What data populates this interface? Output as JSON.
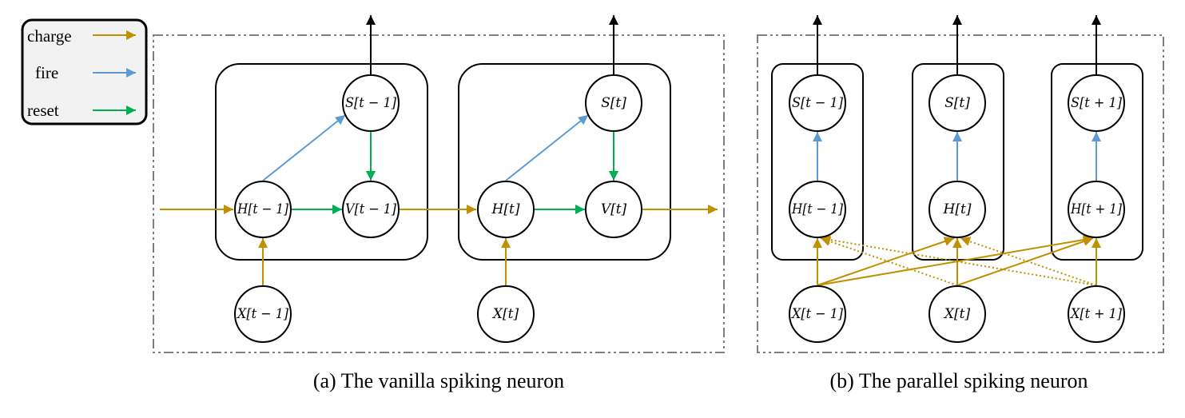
{
  "legend": {
    "items": [
      {
        "key": "charge",
        "label": "charge",
        "color": "#bf9000"
      },
      {
        "key": "fire",
        "label": "fire",
        "color": "#5b9bd5"
      },
      {
        "key": "reset",
        "label": "reset",
        "color": "#00b050"
      }
    ]
  },
  "panel_a": {
    "caption": "(a) The vanilla spiking neuron",
    "nodes": {
      "s_prev": "S[t − 1]",
      "v_prev": "V[t − 1]",
      "h_prev": "H[t − 1]",
      "x_prev": "X[t − 1]",
      "s_cur": "S[t]",
      "v_cur": "V[t]",
      "h_cur": "H[t]",
      "x_cur": "X[t]"
    }
  },
  "panel_b": {
    "caption": "(b) The parallel spiking neuron",
    "nodes": {
      "s_prev": "S[t − 1]",
      "h_prev": "H[t − 1]",
      "x_prev": "X[t − 1]",
      "s_cur": "S[t]",
      "h_cur": "H[t]",
      "x_cur": "X[t]",
      "s_next": "S[t + 1]",
      "h_next": "H[t + 1]",
      "x_next": "X[t + 1]"
    }
  },
  "colors": {
    "charge": "#bf9000",
    "fire": "#5b9bd5",
    "reset": "#00b050",
    "border": "#7f7f7f"
  }
}
